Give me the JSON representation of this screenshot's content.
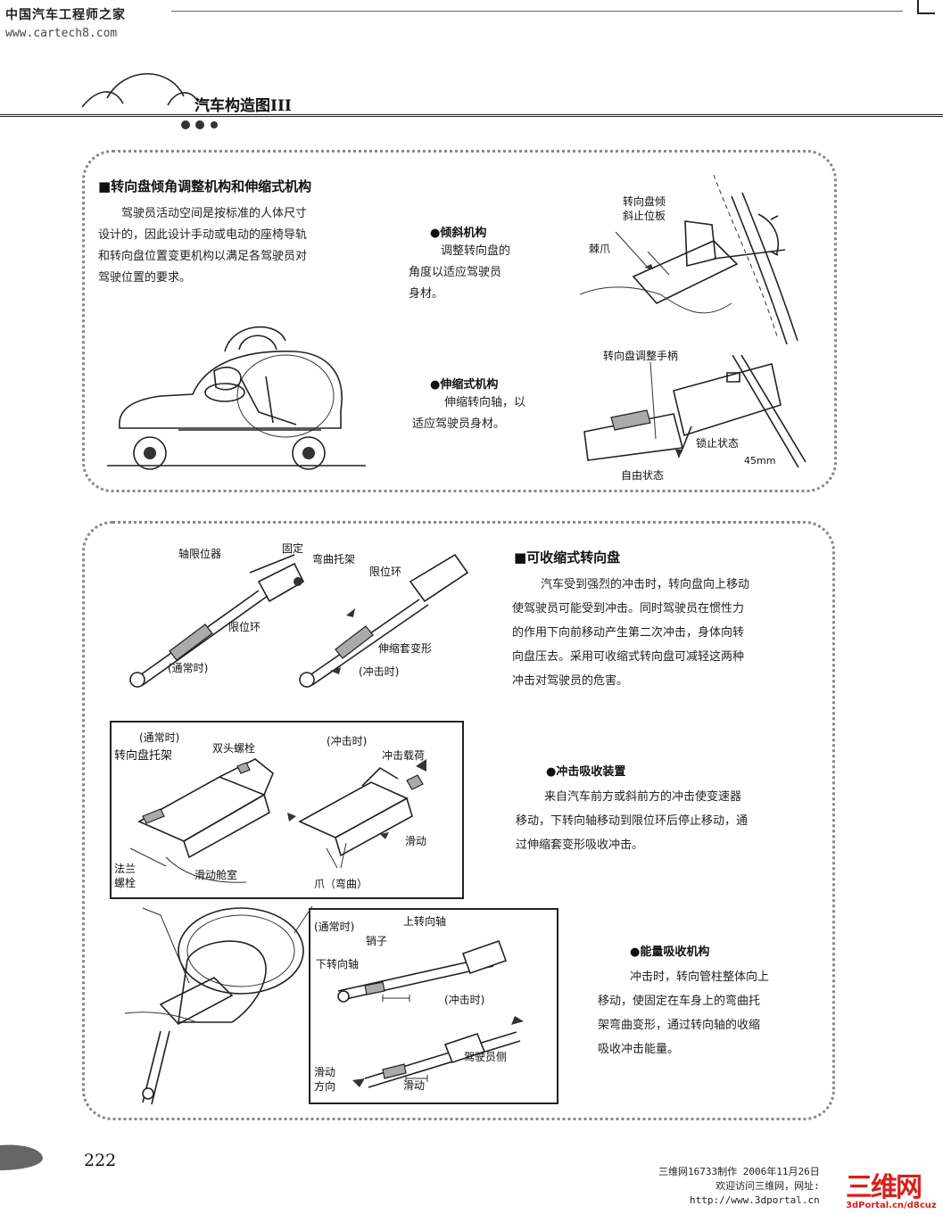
{
  "watermark": {
    "site_name": "中国汽车工程师之家",
    "site_url": "www.cartech8.com"
  },
  "banner": {
    "title": "汽车构造图III"
  },
  "section1": {
    "title": "■转向盘倾角调整机构和伸缩式机构",
    "paragraph": [
      "驾驶员活动空间是按标准的人体尺寸",
      "设计的，因此设计手动或电动的座椅导轨",
      "和转向盘位置变更机构以满足各驾驶员对",
      "驾驶位置的要求。"
    ],
    "tilt": {
      "heading": "●倾斜机构",
      "text": [
        "调整转向盘的",
        "角度以适应驾驶员",
        "身材。"
      ],
      "labels": {
        "plate": [
          "转向盘倾",
          "斜止位板"
        ],
        "pawl": "棘爪"
      }
    },
    "telescopic": {
      "heading": "●伸缩式机构",
      "text": [
        "伸缩转向轴，以",
        "适应驾驶员身材。"
      ],
      "labels": {
        "handle": "转向盘调整手柄",
        "lock": "锁止状态",
        "angle": "45mm",
        "free": "自由状态"
      }
    }
  },
  "section2": {
    "title": "■可收缩式转向盘",
    "paragraph": [
      "汽车受到强烈的冲击时，转向盘向上移动",
      "使驾驶员可能受到冲击。同时驾驶员在惯性力",
      "的作用下向前移动产生第二次冲击，身体向转",
      "向盘压去。采用可收缩式转向盘可减轻这两种",
      "冲击对驾驶员的危害。"
    ],
    "diagram_top": {
      "stopper": "轴限位器",
      "fixed": "固定",
      "bend_bracket": "弯曲托架",
      "limit_ring_left": "限位环",
      "normal": "(通常时)",
      "limit_ring_right": "限位环",
      "bellows": "伸缩套变形",
      "impact": "(冲击时)"
    },
    "shock": {
      "heading": "●冲击吸收装置",
      "text": [
        "来自汽车前方或斜前方的冲击使变速器",
        "移动，下转向轴移动到限位环后停止移动，通",
        "过伸缩套变形吸收冲击。"
      ],
      "box": {
        "normal": "(通常时)",
        "bracket": "转向盘托架",
        "stud": "双头螺栓",
        "impact": "(冲击时)",
        "load": "冲击载荷",
        "flange": [
          "法兰",
          "螺栓"
        ],
        "capsule": "滑动舱室",
        "slide": "滑动",
        "claw": "爪（弯曲）"
      }
    },
    "energy": {
      "heading": "●能量吸收机构",
      "text": [
        "冲击时，转向管柱整体向上",
        "移动，使固定在车身上的弯曲托",
        "架弯曲变形，通过转向轴的收缩",
        "吸收冲击能量。"
      ],
      "box": {
        "normal": "(通常时)",
        "upper_shaft": "上转向轴",
        "pin": "销子",
        "lower_shaft": "下转向轴",
        "impact": "(冲击时)",
        "driver_side": "驾驶员侧",
        "slide_dir": [
          "滑动",
          "方向"
        ],
        "slide": "滑动"
      }
    }
  },
  "footer": {
    "page_number": "222",
    "line1": "三维网16733制作 2006年11月26日",
    "line2": "欢迎访问三维网，网址:",
    "line3": "http://www.3dportal.cn",
    "logo": "三维网",
    "logo_sub": "3dPortal.cn/d8cuz"
  }
}
